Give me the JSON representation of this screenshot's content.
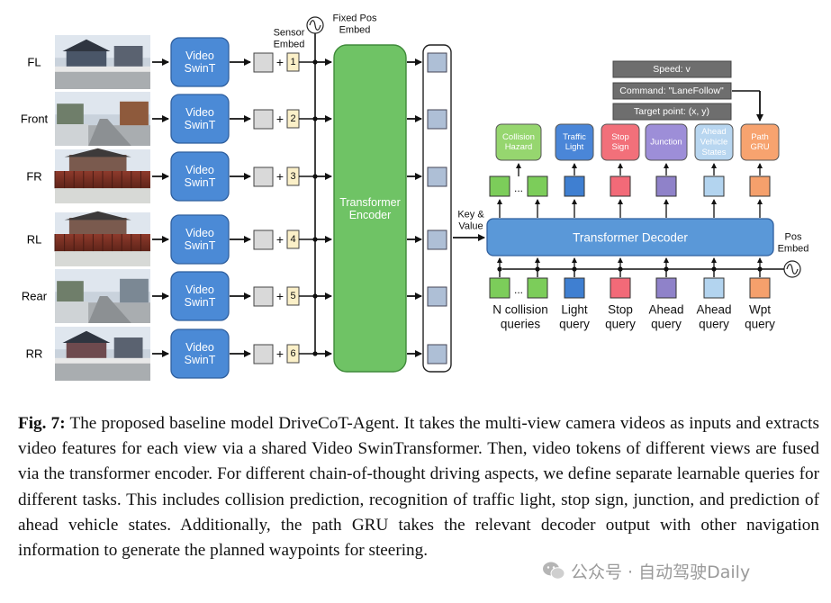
{
  "figure": {
    "views": [
      {
        "label": "FL",
        "sensor": "1"
      },
      {
        "label": "Front",
        "sensor": "2"
      },
      {
        "label": "FR",
        "sensor": "3"
      },
      {
        "label": "RL",
        "sensor": "4"
      },
      {
        "label": "Rear",
        "sensor": "5"
      },
      {
        "label": "RR",
        "sensor": "6"
      }
    ],
    "video_swint": "Video\nSwinT",
    "plus": "+",
    "sensor_embed": "Sensor\nEmbed",
    "fixed_pos_embed": "Fixed Pos\nEmbed",
    "transformer_encoder": "Transformer\nEncoder",
    "key_value": "Key &\nValue",
    "transformer_decoder": "Transformer Decoder",
    "pos_embed": "Pos\nEmbed",
    "nav_info": [
      "Speed: v",
      "Command: \"LaneFollow\"",
      "Target point: (x, y)"
    ],
    "ellipsis": "...",
    "heads": [
      {
        "label": "Collision\nHazard",
        "color": "#96d66f"
      },
      {
        "label": "Traffic\nLight",
        "color": "#4a86d8"
      },
      {
        "label": "Stop\nSign",
        "color": "#f2707a"
      },
      {
        "label": "Junction",
        "color": "#9d8ed8"
      },
      {
        "label": "Ahead\nVehicle\nStates",
        "color": "#b8d6f0"
      },
      {
        "label": "Path\nGRU",
        "color": "#f7a36f"
      }
    ],
    "queries": [
      {
        "label": "N collision\nqueries",
        "color": "#7ccd5a"
      },
      {
        "label": "Light\nquery",
        "color": "#3f7fd1"
      },
      {
        "label": "Stop\nquery",
        "color": "#f26a78"
      },
      {
        "label": "Ahead\nquery",
        "color": "#8f82c9"
      },
      {
        "label": "Ahead\nquery",
        "color": "#b3d4ef"
      },
      {
        "label": "Wpt\nquery",
        "color": "#f5a06c"
      }
    ]
  },
  "caption": {
    "label": "Fig. 7:",
    "text": " The proposed baseline model DriveCoT-Agent. It takes the multi-view camera videos as inputs and extracts video features for each view via a shared Video SwinTransformer. Then, video tokens of different views are fused via the transformer encoder. For different chain-of-thought driving aspects, we define separate learnable queries for different tasks. This includes collision prediction, recognition of traffic light, stop sign, junction, and prediction of ahead vehicle states. Additionally, the path GRU takes the relevant decoder output with other navigation information to generate the planned waypoints for steering."
  },
  "watermark": "公众号 · 自动驾驶Daily"
}
